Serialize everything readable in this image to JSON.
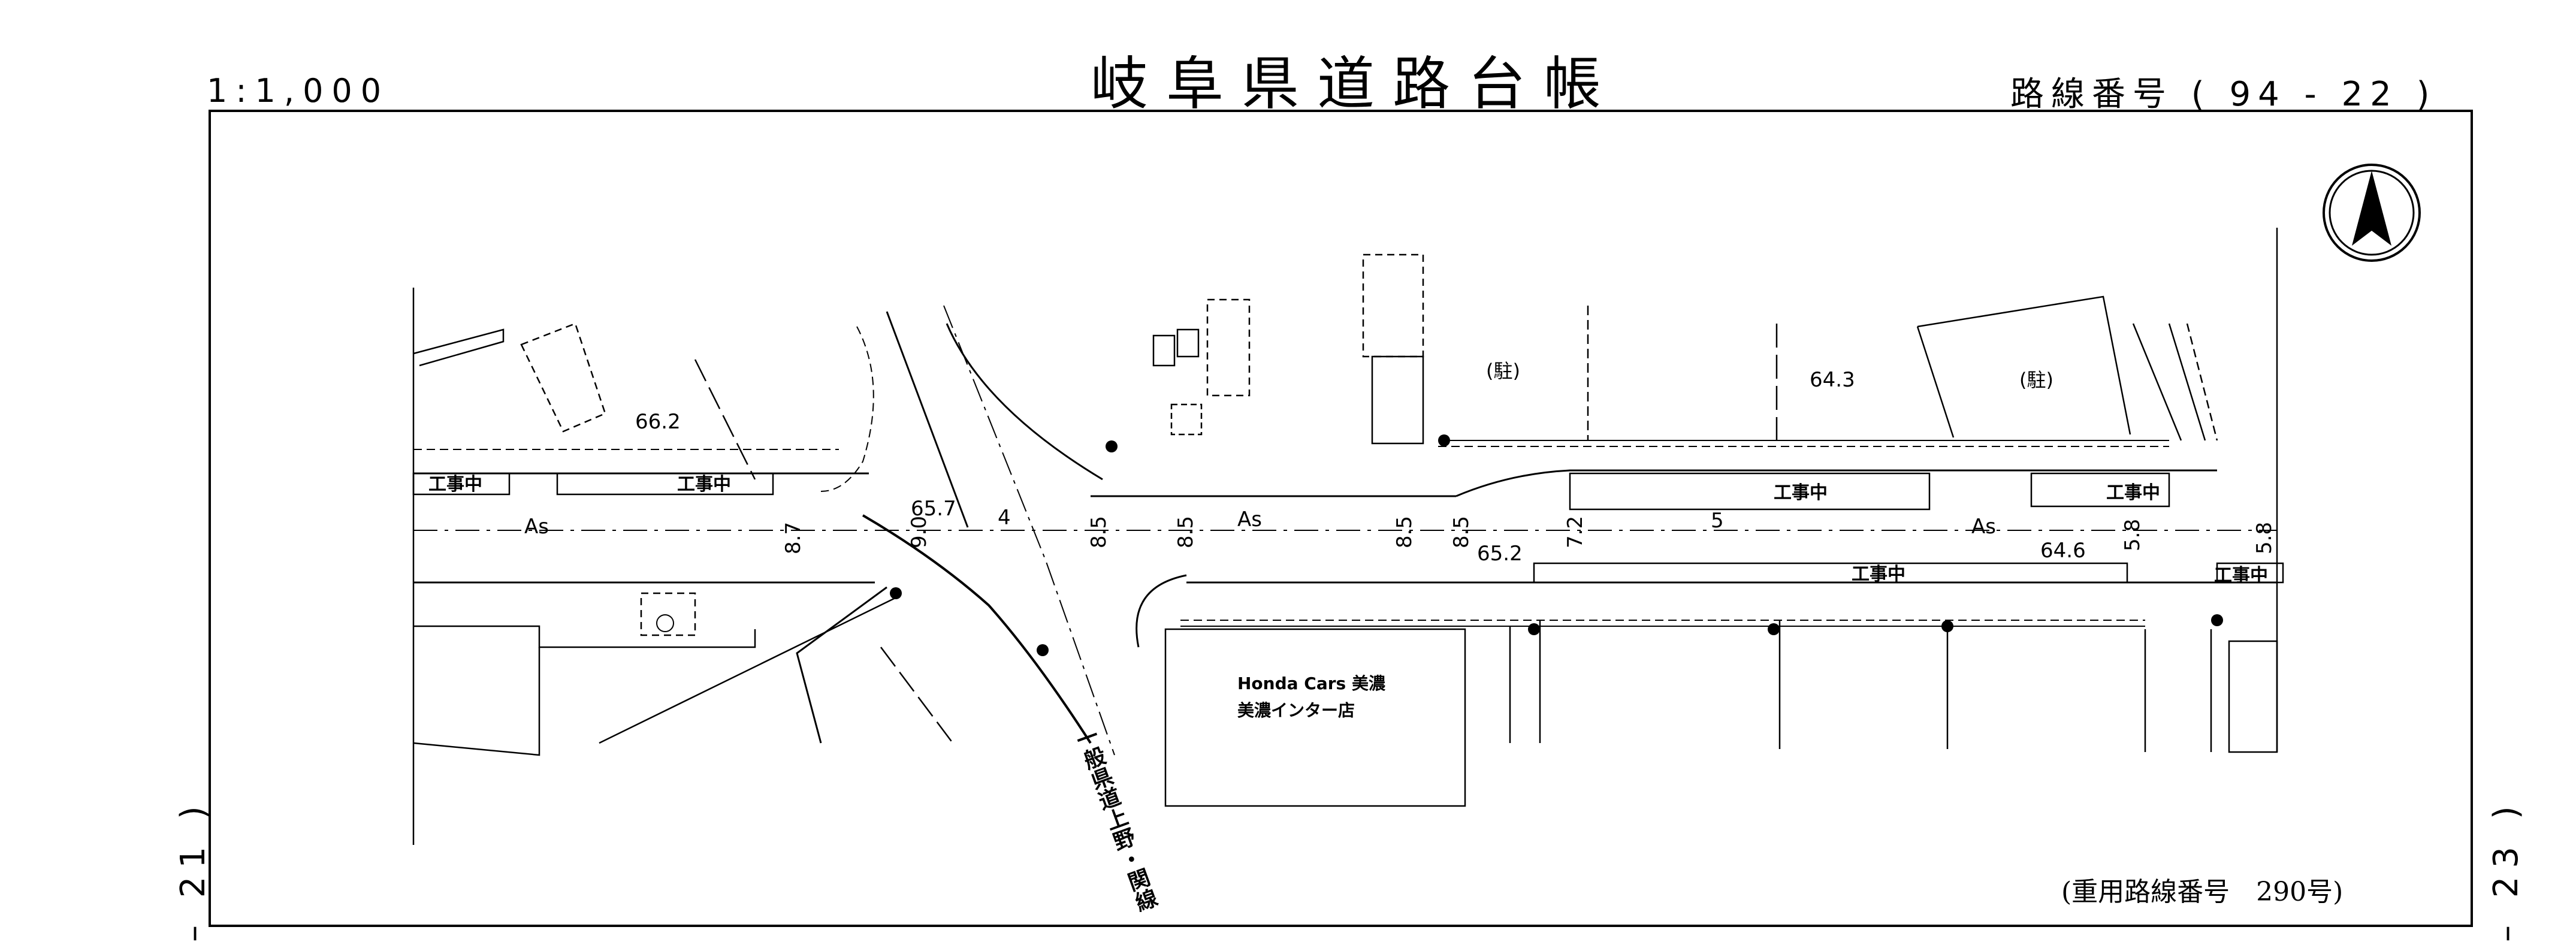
{
  "header": {
    "scale": "1:1,000",
    "title": "岐阜県道路台帳",
    "route_number": "路線番号 ( 94 - 22 )"
  },
  "sheet": {
    "left_number": "– 21 )",
    "right_number": "– 23 )"
  },
  "footer": {
    "heavy_route_label": "(重用路線番号　290号)"
  },
  "map": {
    "construction_labels": [
      "工事中",
      "工事中",
      "工事中",
      "工事中",
      "工事中",
      "工事中"
    ],
    "road_surface_labels": [
      "As",
      "As",
      "As"
    ],
    "width_labels": [
      "8.7",
      "9.0",
      "4",
      "8.5",
      "8.5",
      "8.5",
      "8.5",
      "7.2",
      "5",
      "5.8",
      "5.8"
    ],
    "elevation_labels": [
      "66.2",
      "65.7",
      "65.2",
      "64.3",
      "64.6"
    ],
    "parking_labels": [
      "(駐)",
      "(駐)"
    ],
    "building_name_line1": "Honda Cars 美濃",
    "building_name_line2": "美濃インター店",
    "crossing_road_label": "一般県道上野・関線",
    "north_arrow": "north-arrow-icon"
  }
}
